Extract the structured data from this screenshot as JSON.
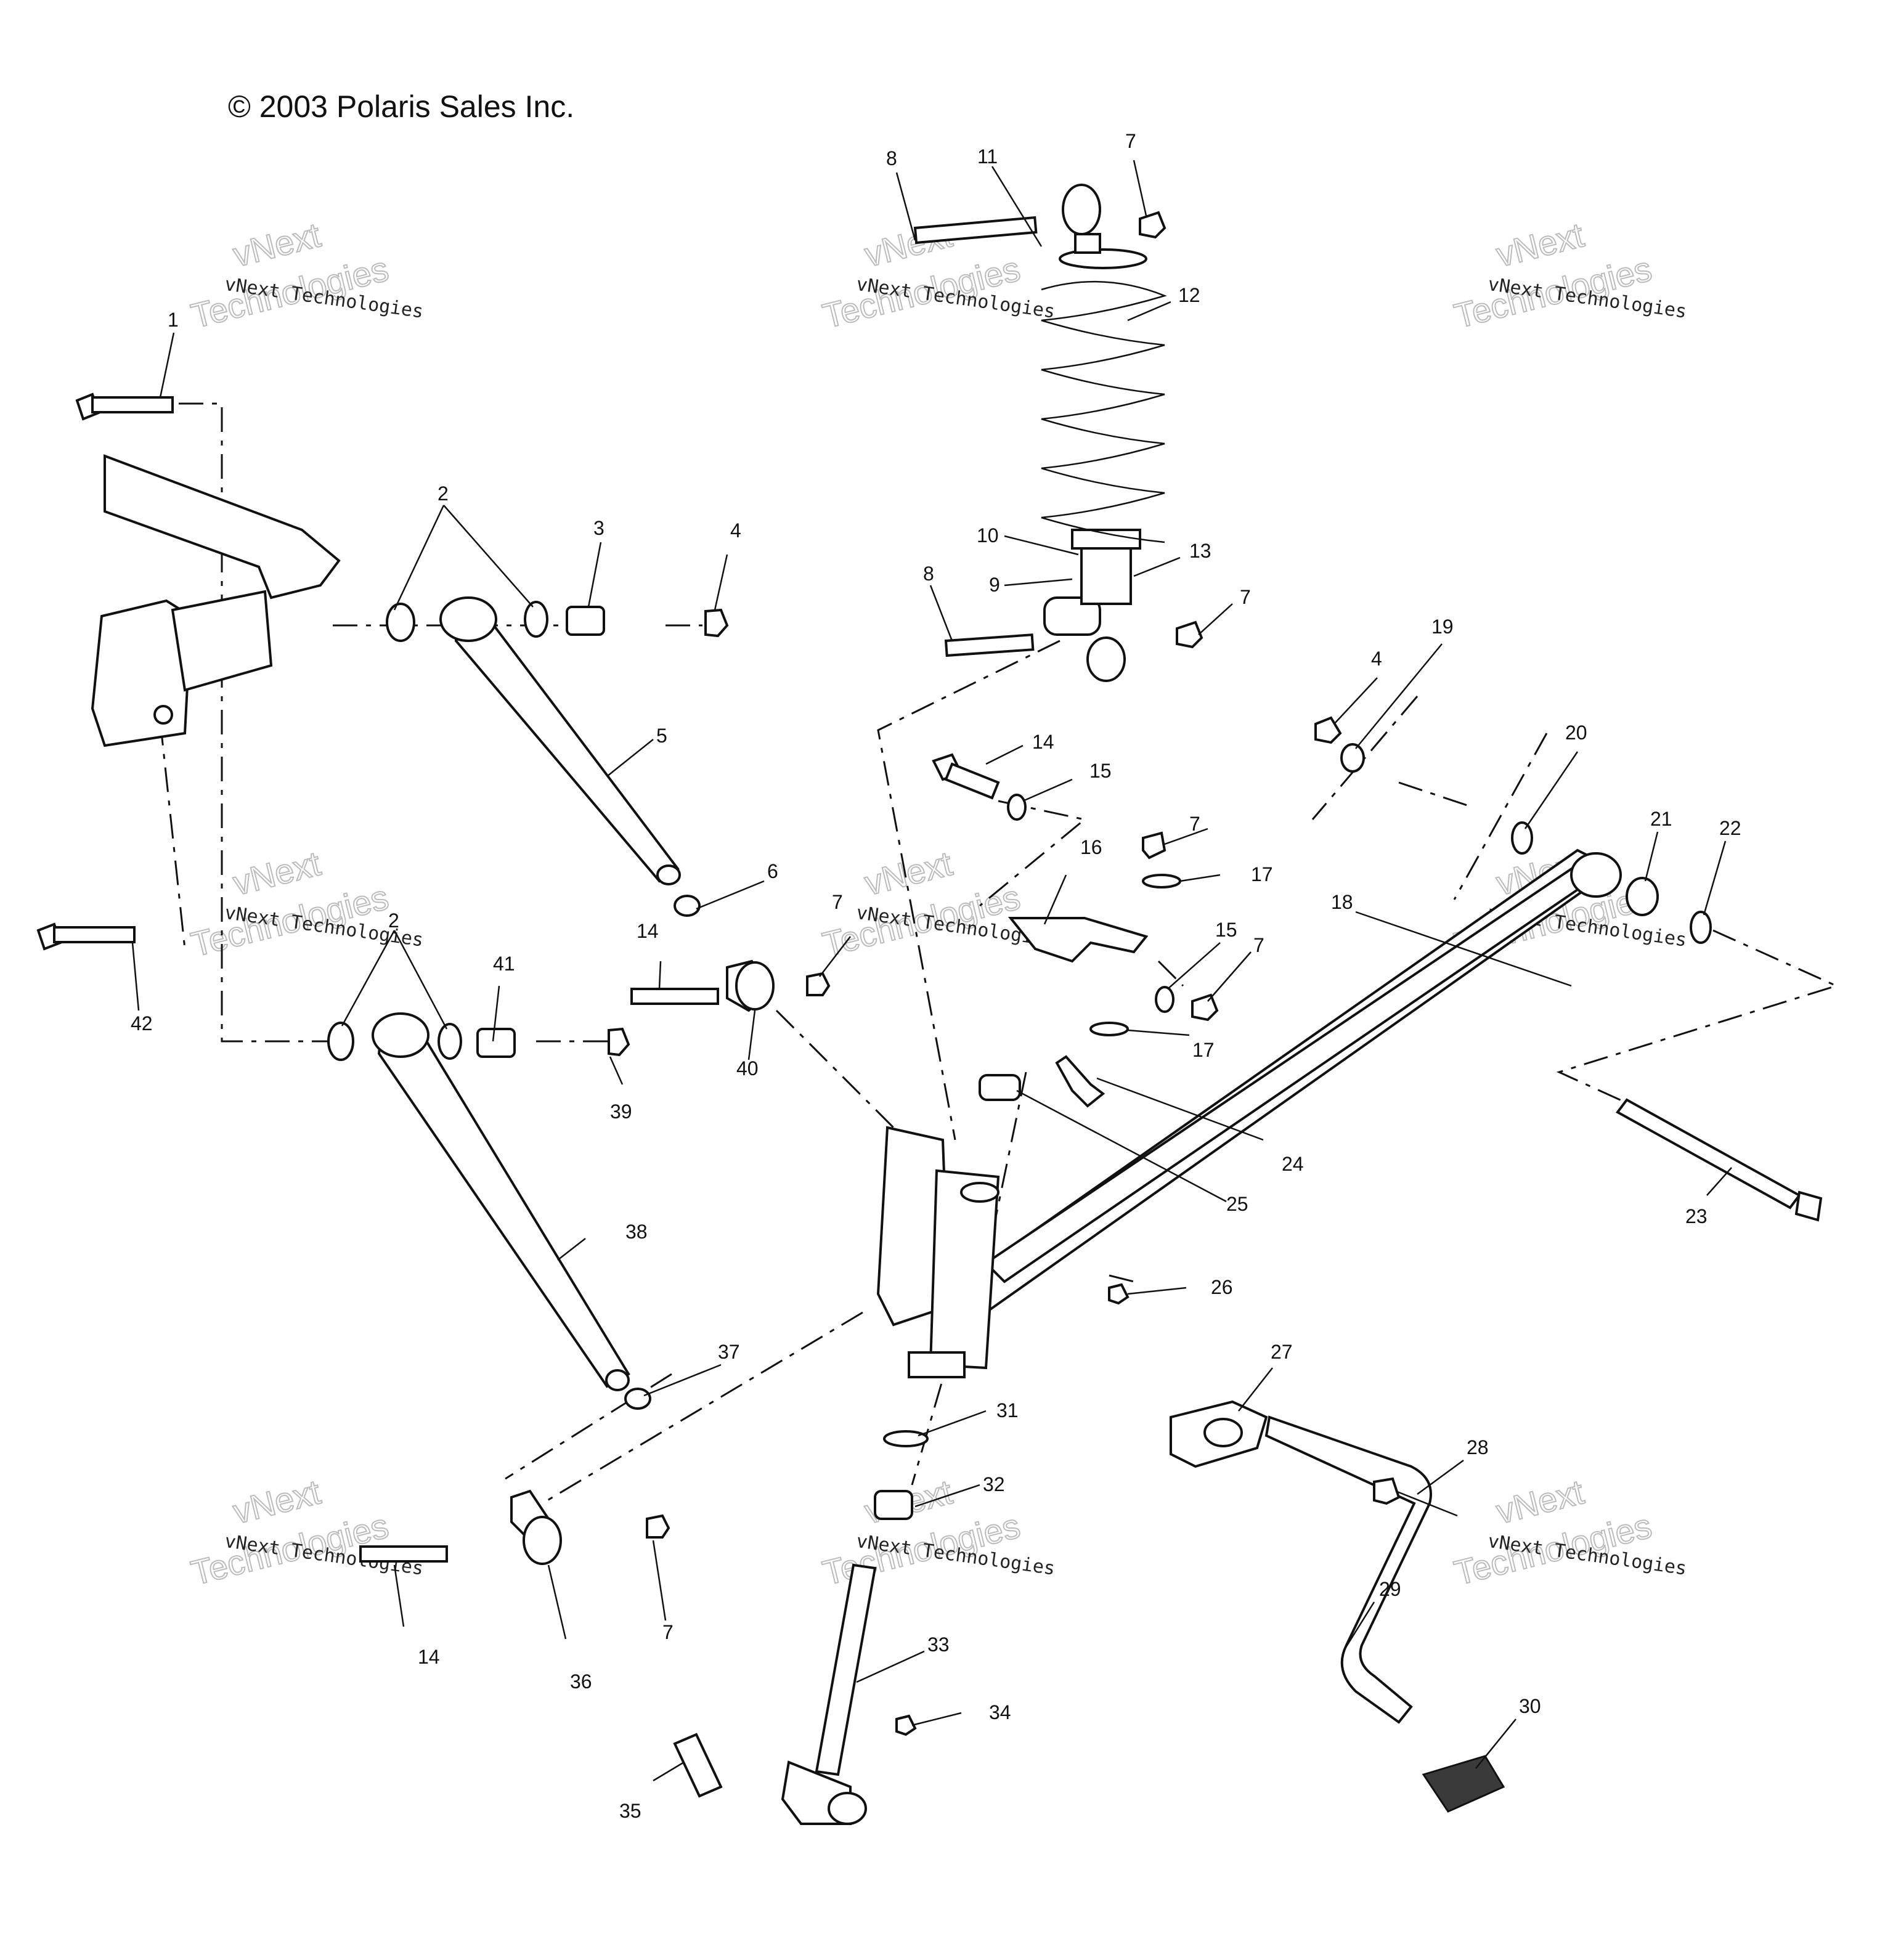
{
  "copyright": "© 2003 Polaris Sales Inc.",
  "watermark": {
    "line1": "vNext Technologies",
    "line2": "vNext",
    "line3": "Technologies"
  },
  "callouts": {
    "p1": "1",
    "p2a": "2",
    "p2b": "2",
    "p3": "3",
    "p4a": "4",
    "p4b": "4",
    "p5": "5",
    "p6": "6",
    "p7a": "7",
    "p7b": "7",
    "p7c": "7",
    "p7d": "7",
    "p7e": "7",
    "p7f": "7",
    "p8a": "8",
    "p8b": "8",
    "p9": "9",
    "p10": "10",
    "p11": "11",
    "p12": "12",
    "p13": "13",
    "p14a": "14",
    "p14b": "14",
    "p14c": "14",
    "p15a": "15",
    "p15b": "15",
    "p16": "16",
    "p17a": "17",
    "p17b": "17",
    "p18": "18",
    "p19": "19",
    "p20": "20",
    "p21": "21",
    "p22": "22",
    "p23": "23",
    "p24": "24",
    "p25": "25",
    "p26": "26",
    "p27": "27",
    "p28": "28",
    "p29": "29",
    "p30": "30",
    "p31": "31",
    "p32": "32",
    "p33": "33",
    "p34": "34",
    "p35": "35",
    "p36": "36",
    "p37": "37",
    "p38": "38",
    "p39": "39",
    "p40": "40",
    "p41": "41",
    "p42": "42"
  }
}
